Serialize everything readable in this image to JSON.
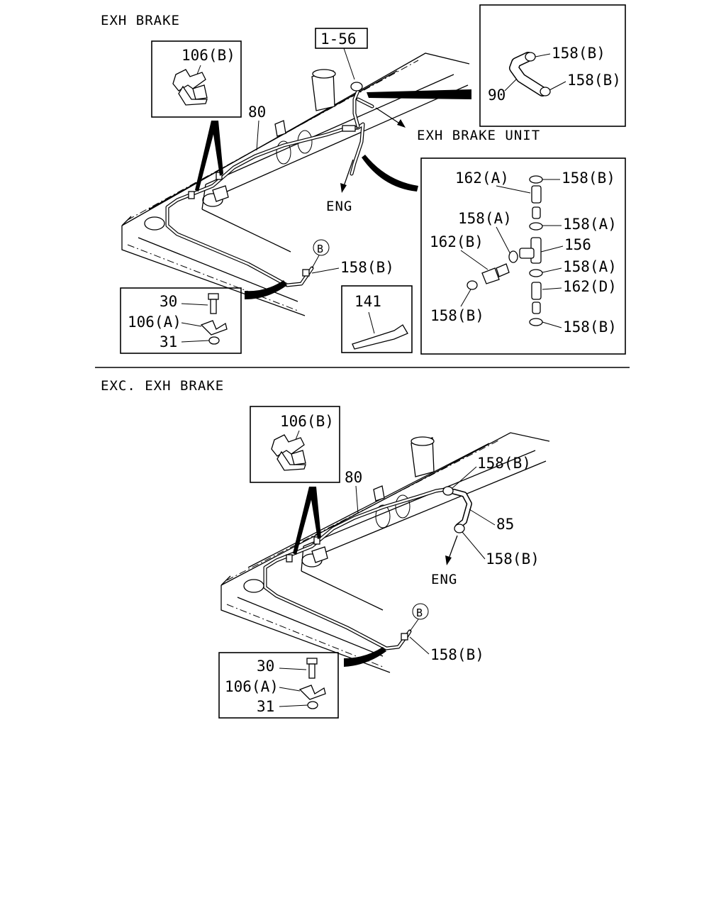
{
  "sections": {
    "exh_brake": "EXH BRAKE",
    "exc_exh_brake": "EXC. EXH BRAKE"
  },
  "references": {
    "section_ref": "1-56",
    "exh_brake_unit": "EXH BRAKE UNIT",
    "eng": "ENG",
    "view_b": "B"
  },
  "labels": {
    "p30": "30",
    "p31": "31",
    "p80": "80",
    "p85": "85",
    "p90": "90",
    "p106a": "106(A)",
    "p106b": "106(B)",
    "p141": "141",
    "p156": "156",
    "p158a": "158(A)",
    "p158b": "158(B)",
    "p162a": "162(A)",
    "p162b": "162(B)",
    "p162d": "162(D)"
  }
}
